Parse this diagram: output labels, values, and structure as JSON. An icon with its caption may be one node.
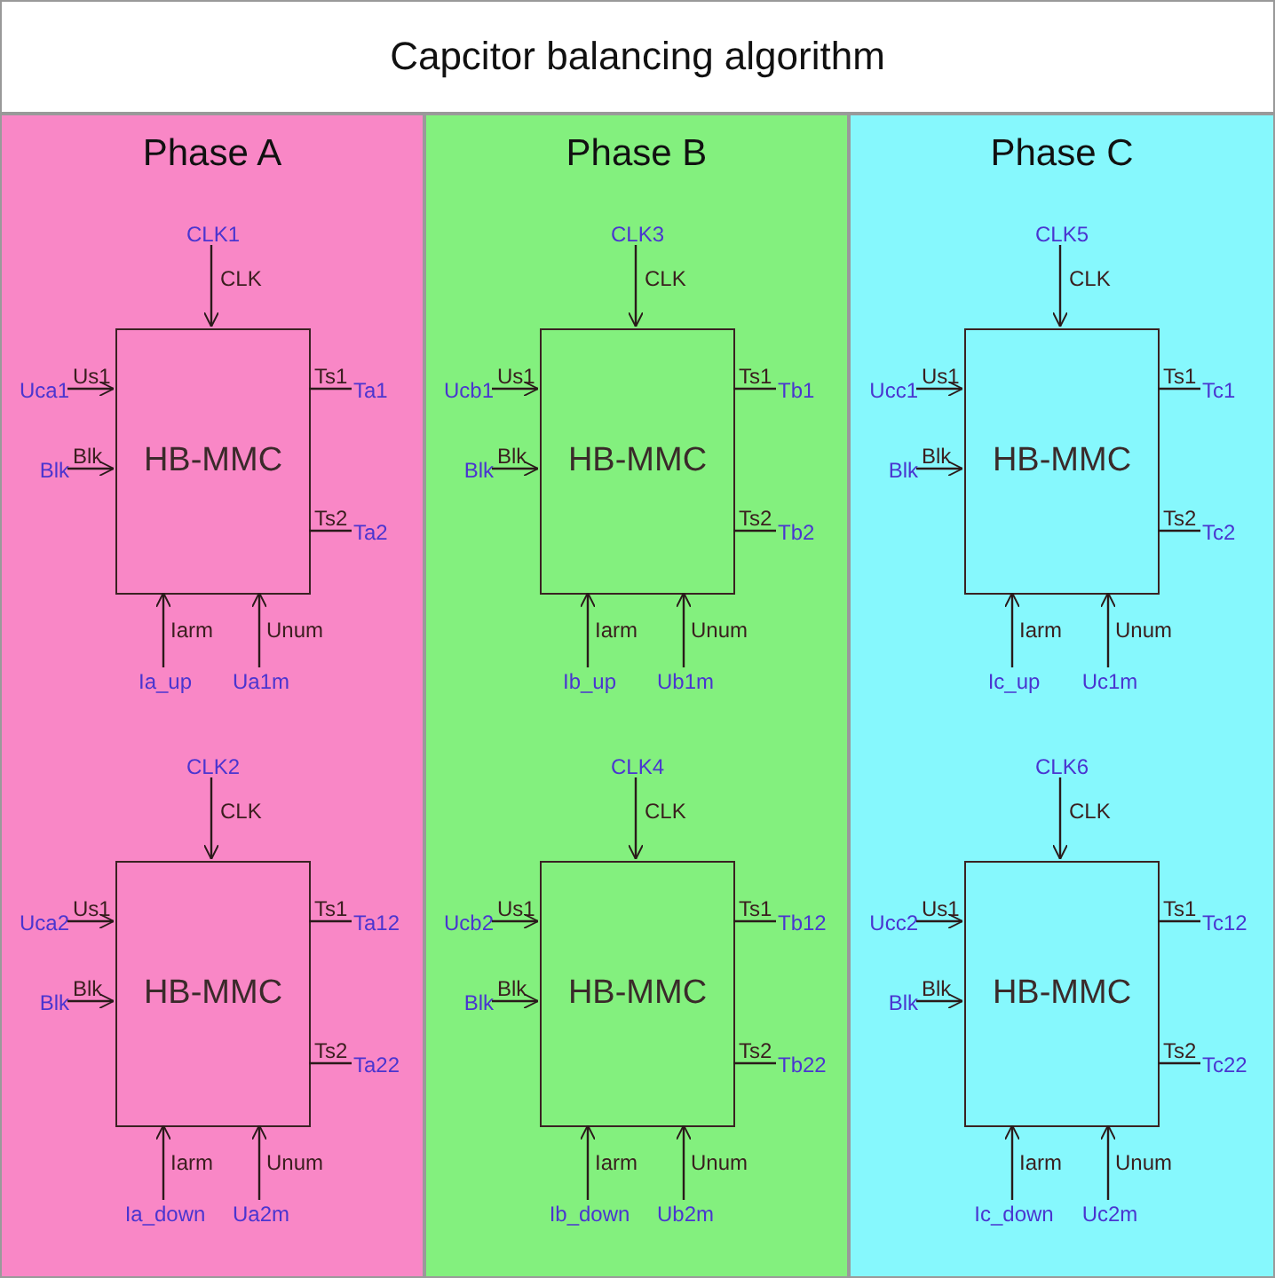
{
  "diagram": {
    "title": "Capcitor balancing algorithm",
    "nodes": [
      {
        "text": [
          "Phase A"
        ]
      },
      {
        "text": [
          "HB-MMC"
        ],
        "in": 0,
        "beside": [
          "CLK",
          "Us1",
          "Blk",
          "Ts1",
          "Ts2",
          "Iarm",
          "Unum"
        ]
      },
      {
        "text": [
          "CLK1"
        ],
        "in": 0
      },
      {
        "text": [
          "Uca1"
        ],
        "in": 0
      },
      {
        "text": [
          "Blk"
        ],
        "in": 0
      },
      {
        "text": [
          "Ta1"
        ],
        "in": 0
      },
      {
        "text": [
          "Ta2"
        ],
        "in": 0
      },
      {
        "text": [
          "Ia_up"
        ],
        "in": 0
      },
      {
        "text": [
          "Ua1m"
        ],
        "in": 0
      },
      {
        "text": [
          "HB-MMC"
        ],
        "in": 0,
        "beside": [
          "CLK",
          "Us1",
          "Blk",
          "Ts1",
          "Ts2",
          "Iarm",
          "Unum"
        ]
      },
      {
        "text": [
          "CLK2"
        ],
        "in": 0
      },
      {
        "text": [
          "Uca2"
        ],
        "in": 0
      },
      {
        "text": [
          "Blk"
        ],
        "in": 0
      },
      {
        "text": [
          "Ta12"
        ],
        "in": 0
      },
      {
        "text": [
          "Ta22"
        ],
        "in": 0
      },
      {
        "text": [
          "Ia_down"
        ],
        "in": 0
      },
      {
        "text": [
          "Ua2m"
        ],
        "in": 0
      },
      {
        "text": [
          "Phase B"
        ]
      },
      {
        "text": [
          "HB-MMC"
        ],
        "in": 17,
        "beside": [
          "CLK",
          "Us1",
          "Blk",
          "Ts1",
          "Ts2",
          "Iarm",
          "Unum"
        ]
      },
      {
        "text": [
          "CLK3"
        ],
        "in": 17
      },
      {
        "text": [
          "Ucb1"
        ],
        "in": 17
      },
      {
        "text": [
          "Blk"
        ],
        "in": 17
      },
      {
        "text": [
          "Tb1"
        ],
        "in": 17
      },
      {
        "text": [
          "Tb2"
        ],
        "in": 17
      },
      {
        "text": [
          "Ib_up"
        ],
        "in": 17
      },
      {
        "text": [
          "Ub1m"
        ],
        "in": 17
      },
      {
        "text": [
          "HB-MMC"
        ],
        "in": 17,
        "beside": [
          "CLK",
          "Us1",
          "Blk",
          "Ts1",
          "Ts2",
          "Iarm",
          "Unum"
        ]
      },
      {
        "text": [
          "CLK4"
        ],
        "in": 17
      },
      {
        "text": [
          "Ucb2"
        ],
        "in": 17
      },
      {
        "text": [
          "Blk"
        ],
        "in": 17
      },
      {
        "text": [
          "Tb12"
        ],
        "in": 17
      },
      {
        "text": [
          "Tb22"
        ],
        "in": 17
      },
      {
        "text": [
          "Ib_down"
        ],
        "in": 17
      },
      {
        "text": [
          "Ub2m"
        ],
        "in": 17
      },
      {
        "text": [
          "Phase C"
        ]
      },
      {
        "text": [
          "HB-MMC"
        ],
        "in": 34,
        "beside": [
          "CLK",
          "Us1",
          "Blk",
          "Ts1",
          "Ts2",
          "Iarm",
          "Unum"
        ]
      },
      {
        "text": [
          "CLK5"
        ],
        "in": 34
      },
      {
        "text": [
          "Ucc1"
        ],
        "in": 34
      },
      {
        "text": [
          "Blk"
        ],
        "in": 34
      },
      {
        "text": [
          "Tc1"
        ],
        "in": 34
      },
      {
        "text": [
          "Tc2"
        ],
        "in": 34
      },
      {
        "text": [
          "Ic_up"
        ],
        "in": 34
      },
      {
        "text": [
          "Uc1m"
        ],
        "in": 34
      },
      {
        "text": [
          "HB-MMC"
        ],
        "in": 34,
        "beside": [
          "CLK",
          "Us1",
          "Blk",
          "Ts1",
          "Ts2",
          "Iarm",
          "Unum"
        ]
      },
      {
        "text": [
          "CLK6"
        ],
        "in": 34
      },
      {
        "text": [
          "Ucc2"
        ],
        "in": 34
      },
      {
        "text": [
          "Blk"
        ],
        "in": 34
      },
      {
        "text": [
          "Tc12"
        ],
        "in": 34
      },
      {
        "text": [
          "Tc22"
        ],
        "in": 34
      },
      {
        "text": [
          "Ic_down"
        ],
        "in": 34
      },
      {
        "text": [
          "Uc2m"
        ],
        "in": 34
      }
    ],
    "edges": [
      {
        "from": 2,
        "to": 1,
        "arrow": "to"
      },
      {
        "from": 3,
        "to": 1,
        "arrow": "to"
      },
      {
        "from": 4,
        "to": 1,
        "arrow": "to"
      },
      {
        "from": 1,
        "to": 5,
        "arrow": "none"
      },
      {
        "from": 1,
        "to": 6,
        "arrow": "none"
      },
      {
        "from": 7,
        "to": 1,
        "arrow": "to"
      },
      {
        "from": 8,
        "to": 1,
        "arrow": "to"
      },
      {
        "from": 10,
        "to": 9,
        "arrow": "to"
      },
      {
        "from": 11,
        "to": 9,
        "arrow": "to"
      },
      {
        "from": 12,
        "to": 9,
        "arrow": "to"
      },
      {
        "from": 9,
        "to": 13,
        "arrow": "none"
      },
      {
        "from": 9,
        "to": 14,
        "arrow": "none"
      },
      {
        "from": 15,
        "to": 9,
        "arrow": "to"
      },
      {
        "from": 16,
        "to": 9,
        "arrow": "to"
      },
      {
        "from": 19,
        "to": 18,
        "arrow": "to"
      },
      {
        "from": 20,
        "to": 18,
        "arrow": "to"
      },
      {
        "from": 21,
        "to": 18,
        "arrow": "to"
      },
      {
        "from": 18,
        "to": 22,
        "arrow": "none"
      },
      {
        "from": 18,
        "to": 23,
        "arrow": "none"
      },
      {
        "from": 24,
        "to": 18,
        "arrow": "to"
      },
      {
        "from": 25,
        "to": 18,
        "arrow": "to"
      },
      {
        "from": 27,
        "to": 26,
        "arrow": "to"
      },
      {
        "from": 28,
        "to": 26,
        "arrow": "to"
      },
      {
        "from": 29,
        "to": 26,
        "arrow": "to"
      },
      {
        "from": 26,
        "to": 30,
        "arrow": "none"
      },
      {
        "from": 26,
        "to": 31,
        "arrow": "none"
      },
      {
        "from": 32,
        "to": 26,
        "arrow": "to"
      },
      {
        "from": 33,
        "to": 26,
        "arrow": "to"
      },
      {
        "from": 36,
        "to": 35,
        "arrow": "to"
      },
      {
        "from": 37,
        "to": 35,
        "arrow": "to"
      },
      {
        "from": 38,
        "to": 35,
        "arrow": "to"
      },
      {
        "from": 35,
        "to": 39,
        "arrow": "none"
      },
      {
        "from": 35,
        "to": 40,
        "arrow": "none"
      },
      {
        "from": 41,
        "to": 35,
        "arrow": "to"
      },
      {
        "from": 42,
        "to": 35,
        "arrow": "to"
      },
      {
        "from": 44,
        "to": 43,
        "arrow": "to"
      },
      {
        "from": 45,
        "to": 43,
        "arrow": "to"
      },
      {
        "from": 46,
        "to": 43,
        "arrow": "to"
      },
      {
        "from": 43,
        "to": 47,
        "arrow": "none"
      },
      {
        "from": 43,
        "to": 48,
        "arrow": "none"
      },
      {
        "from": 49,
        "to": 43,
        "arrow": "to"
      },
      {
        "from": 50,
        "to": 43,
        "arrow": "to"
      }
    ]
  }
}
